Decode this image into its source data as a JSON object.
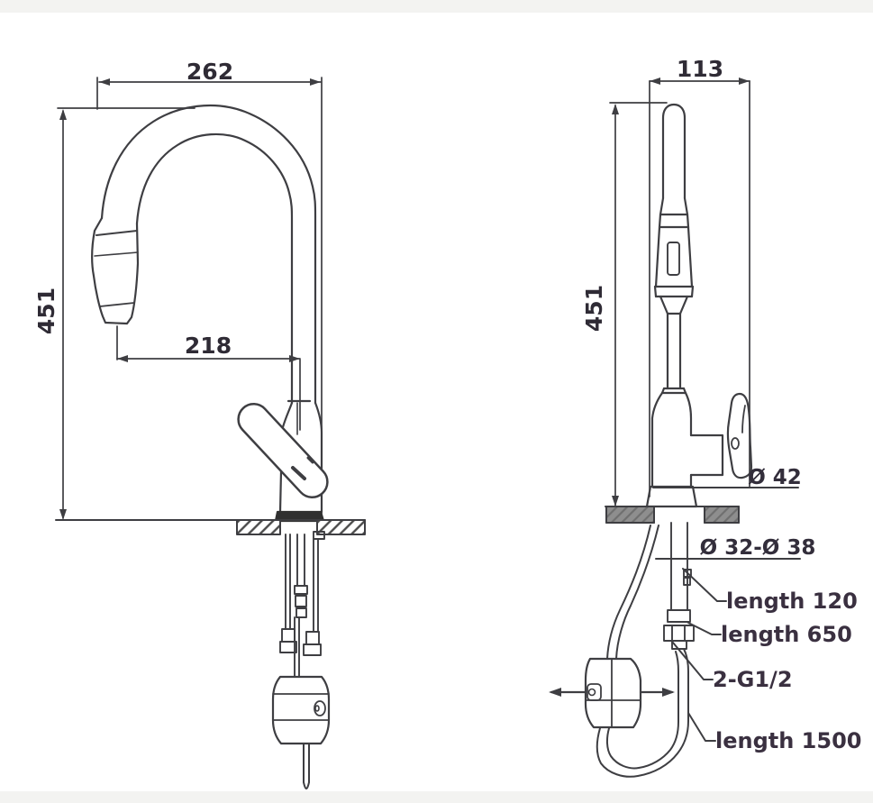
{
  "drawing": {
    "type": "faucet installation dimension drawing",
    "front_view": {
      "width_mm": "262",
      "height_mm": "451",
      "spout_reach_mm": "218"
    },
    "side_view": {
      "width_mm": "113",
      "height_mm": "451",
      "base_diameter": "Ø 42",
      "mount_hole_diameter": "Ø 32-Ø 38",
      "shank_length": "length 120",
      "supply_hose_length": "length 650",
      "thread_spec": "2-G1/2",
      "pullout_hose_length": "length 1500"
    },
    "colors": {
      "line": "#3e3e42",
      "dimension_text": "#2f2b35",
      "callout_text": "#3a3040",
      "deck_fill": "#8e8e8e",
      "deck_hatch": "#6f6f6f",
      "base_fill": "#303030"
    }
  }
}
